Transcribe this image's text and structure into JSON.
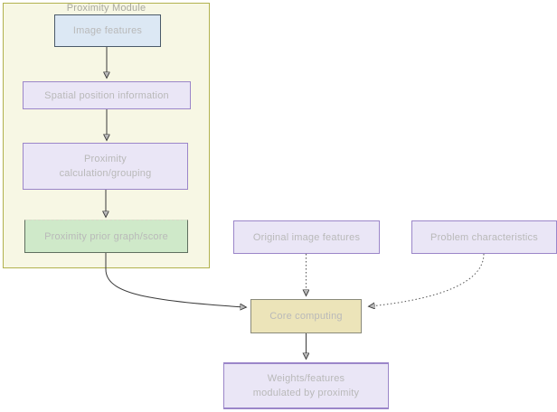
{
  "diagram": {
    "container": {
      "title": "Proximity Module"
    },
    "nodes": {
      "image_features": {
        "label": "Image features"
      },
      "spatial": {
        "label": "Spatial position information"
      },
      "prox_calc": {
        "label": "Proximity calculation/grouping"
      },
      "prox_prior": {
        "label": "Proximity prior graph/score"
      },
      "original_features": {
        "label": "Original image features"
      },
      "problem_chars": {
        "label": "Problem characteristics"
      },
      "core": {
        "label": "Core computing"
      },
      "weights": {
        "label": "Weights/features modulated by proximity"
      }
    },
    "edges": [
      {
        "from": "image_features",
        "to": "spatial",
        "style": "solid"
      },
      {
        "from": "spatial",
        "to": "prox_calc",
        "style": "solid"
      },
      {
        "from": "prox_calc",
        "to": "prox_prior",
        "style": "solid"
      },
      {
        "from": "prox_prior",
        "to": "core",
        "style": "solid-curved"
      },
      {
        "from": "original_features",
        "to": "core",
        "style": "dotted"
      },
      {
        "from": "problem_chars",
        "to": "core",
        "style": "dotted-curved"
      },
      {
        "from": "core",
        "to": "weights",
        "style": "solid"
      }
    ],
    "colors": {
      "container_fill": "#f7f7e4",
      "container_border": "#b1b14e",
      "blue_fill": "#dce8f4",
      "blue_border": "#4b5a69",
      "lavender_fill": "#eae6f6",
      "lavender_border": "#9b86c9",
      "green_fill": "#cfe9c9",
      "green_border": "#5f6f5f",
      "tan_fill": "#ece4b9",
      "tan_border": "#8a8a7a",
      "label_text": "#b9b9b9",
      "title_text": "#a9a9a0",
      "edge_stroke": "#3a3a3a"
    }
  }
}
